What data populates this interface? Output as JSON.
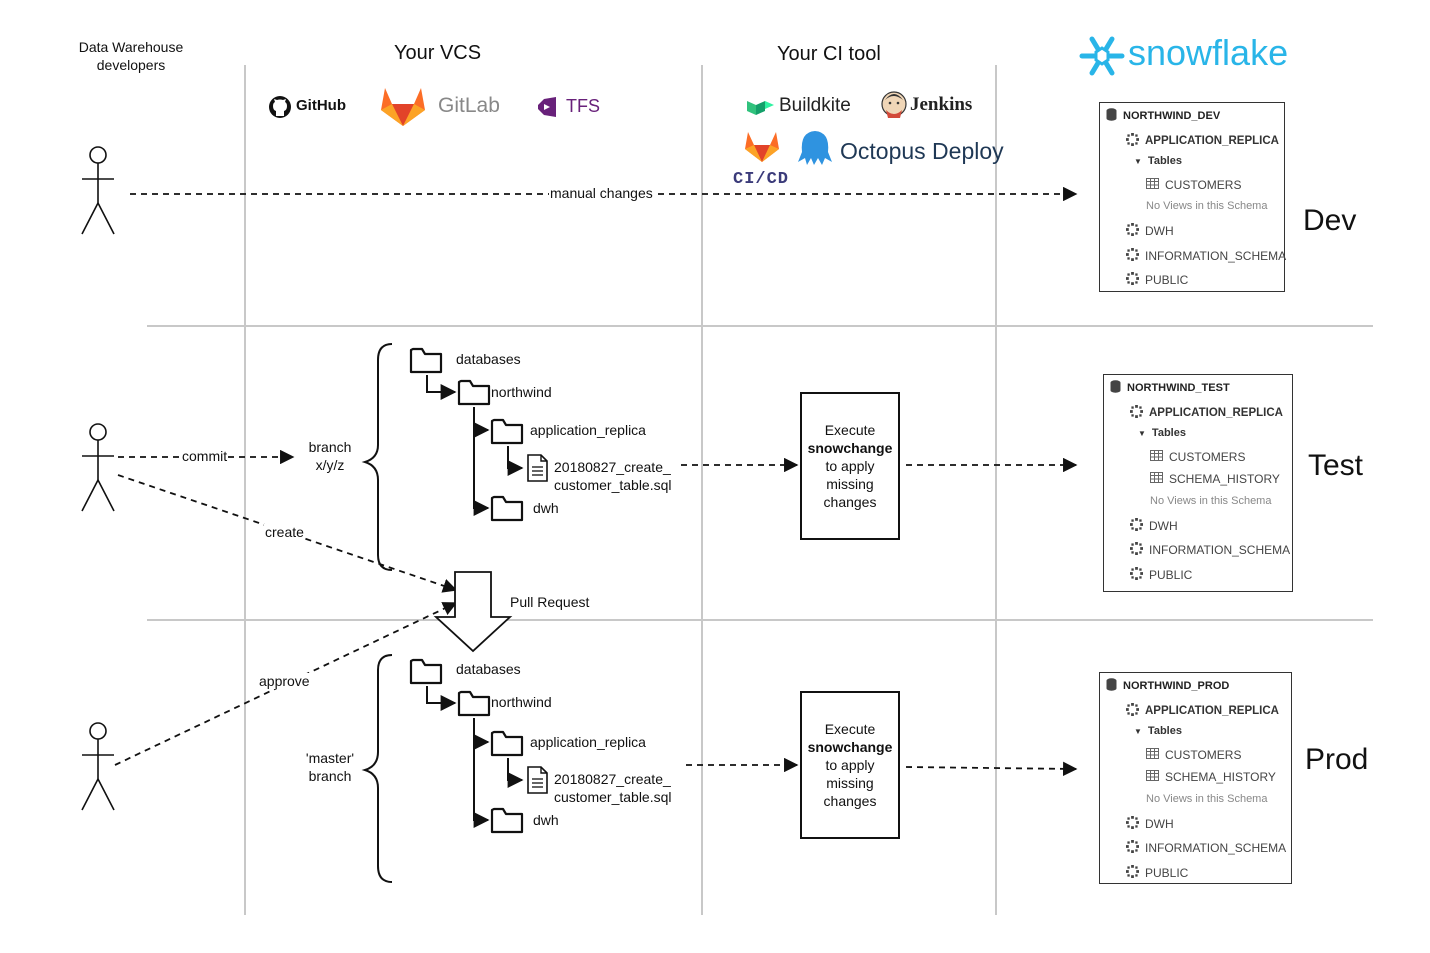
{
  "columns": {
    "developers": "Data Warehouse\ndevelopers",
    "vcs": "Your VCS",
    "ci": "Your CI tool",
    "snowflake": "snowflake"
  },
  "vcs_logos": {
    "github": "GitHub",
    "gitlab": "GitLab",
    "tfs": "TFS"
  },
  "ci_logos": {
    "buildkite": "Buildkite",
    "jenkins": "Jenkins",
    "octopus": "Octopus Deploy",
    "circleci": "CI/CD"
  },
  "arrows": {
    "manual": "manual changes",
    "commit": "commit",
    "create": "create",
    "approve": "approve",
    "pull_request": "Pull Request"
  },
  "branches": {
    "feature": [
      "branch",
      "x/y/z"
    ],
    "master": [
      "'master'",
      "branch"
    ]
  },
  "tree": {
    "databases": "databases",
    "northwind": "northwind",
    "application_replica": "application_replica",
    "file_line1": "20180827_create_",
    "file_line2": "customer_table.sql",
    "dwh": "dwh"
  },
  "ci_box": {
    "line1": "Execute",
    "line2": "snowchange",
    "line3": "to apply",
    "line4": "missing",
    "line5": "changes"
  },
  "environments": {
    "dev": {
      "label": "Dev",
      "database": "NORTHWIND_DEV",
      "schema": "APPLICATION_REPLICA",
      "tables_label": "Tables",
      "tables": [
        "CUSTOMERS"
      ],
      "note": "No Views in this Schema",
      "other_schemas": [
        "DWH",
        "INFORMATION_SCHEMA",
        "PUBLIC"
      ]
    },
    "test": {
      "label": "Test",
      "database": "NORTHWIND_TEST",
      "schema": "APPLICATION_REPLICA",
      "tables_label": "Tables",
      "tables": [
        "CUSTOMERS",
        "SCHEMA_HISTORY"
      ],
      "note": "No Views in this Schema",
      "other_schemas": [
        "DWH",
        "INFORMATION_SCHEMA",
        "PUBLIC"
      ]
    },
    "prod": {
      "label": "Prod",
      "database": "NORTHWIND_PROD",
      "schema": "APPLICATION_REPLICA",
      "tables_label": "Tables",
      "tables": [
        "CUSTOMERS",
        "SCHEMA_HISTORY"
      ],
      "note": "No Views in this Schema",
      "other_schemas": [
        "DWH",
        "INFORMATION_SCHEMA",
        "PUBLIC"
      ]
    }
  },
  "colors": {
    "snowflake": "#29B5E8",
    "gitlab": "#E24329",
    "tfs": "#68217A",
    "buildkite": "#30F2A2",
    "octopus": "#2F93E0",
    "lines": "#111111",
    "separator": "#c8c8c8"
  }
}
